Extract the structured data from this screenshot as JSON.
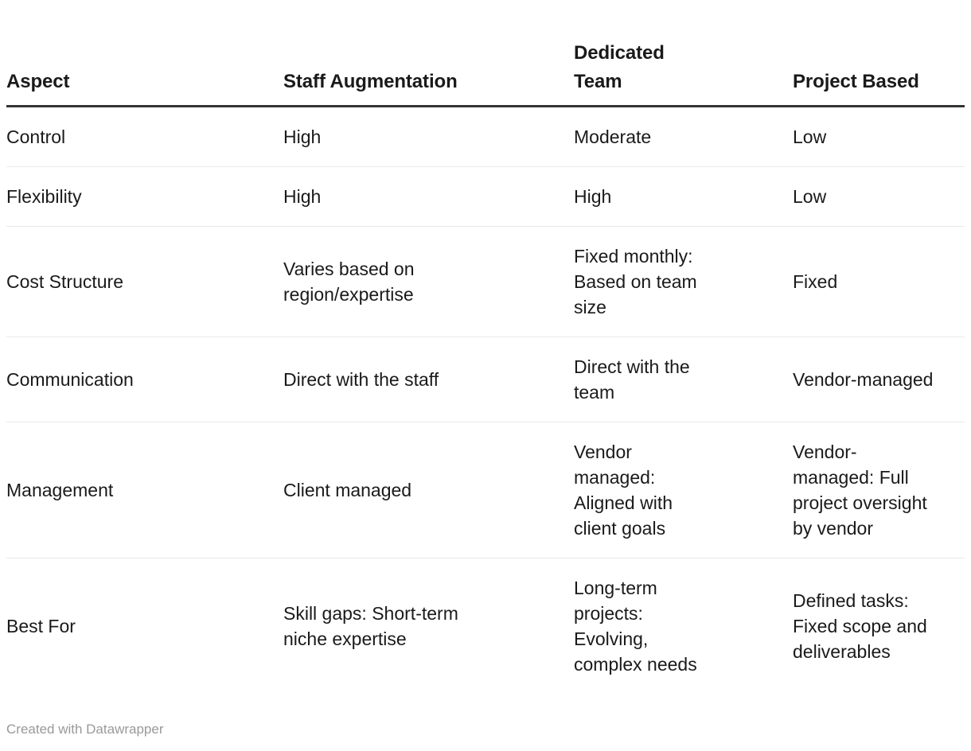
{
  "table": {
    "columns": [
      {
        "label": "Aspect"
      },
      {
        "label": "Staff Augmentation"
      },
      {
        "label": "Dedicated\nTeam"
      },
      {
        "label": "Project Based"
      }
    ],
    "rows": [
      {
        "aspect": "Control",
        "staff_augmentation": "High",
        "dedicated_team": "Moderate",
        "project_based": "Low"
      },
      {
        "aspect": "Flexibility",
        "staff_augmentation": "High",
        "dedicated_team": "High",
        "project_based": "Low"
      },
      {
        "aspect": "Cost Structure",
        "staff_augmentation": "Varies based on\nregion/expertise",
        "dedicated_team": "Fixed monthly:\nBased on team\nsize",
        "project_based": "Fixed"
      },
      {
        "aspect": "Communication",
        "staff_augmentation": "Direct with the staff",
        "dedicated_team": "Direct with the\nteam",
        "project_based": "Vendor-managed"
      },
      {
        "aspect": "Management",
        "staff_augmentation": "Client managed",
        "dedicated_team": "Vendor\nmanaged:\nAligned with\nclient goals",
        "project_based": "Vendor-\nmanaged: Full\nproject oversight\nby vendor"
      },
      {
        "aspect": "Best For",
        "staff_augmentation": "Skill gaps: Short-term\nniche expertise",
        "dedicated_team": "Long-term\nprojects:\nEvolving,\ncomplex needs",
        "project_based": "Defined tasks:\nFixed scope and\ndeliverables"
      }
    ]
  },
  "footer": {
    "credit": "Created with Datawrapper"
  },
  "colors": {
    "background": "#ffffff",
    "text": "#1a1a1a",
    "header_rule": "#333333",
    "row_divider": "#e9e9e9",
    "footer_text": "#999999"
  }
}
